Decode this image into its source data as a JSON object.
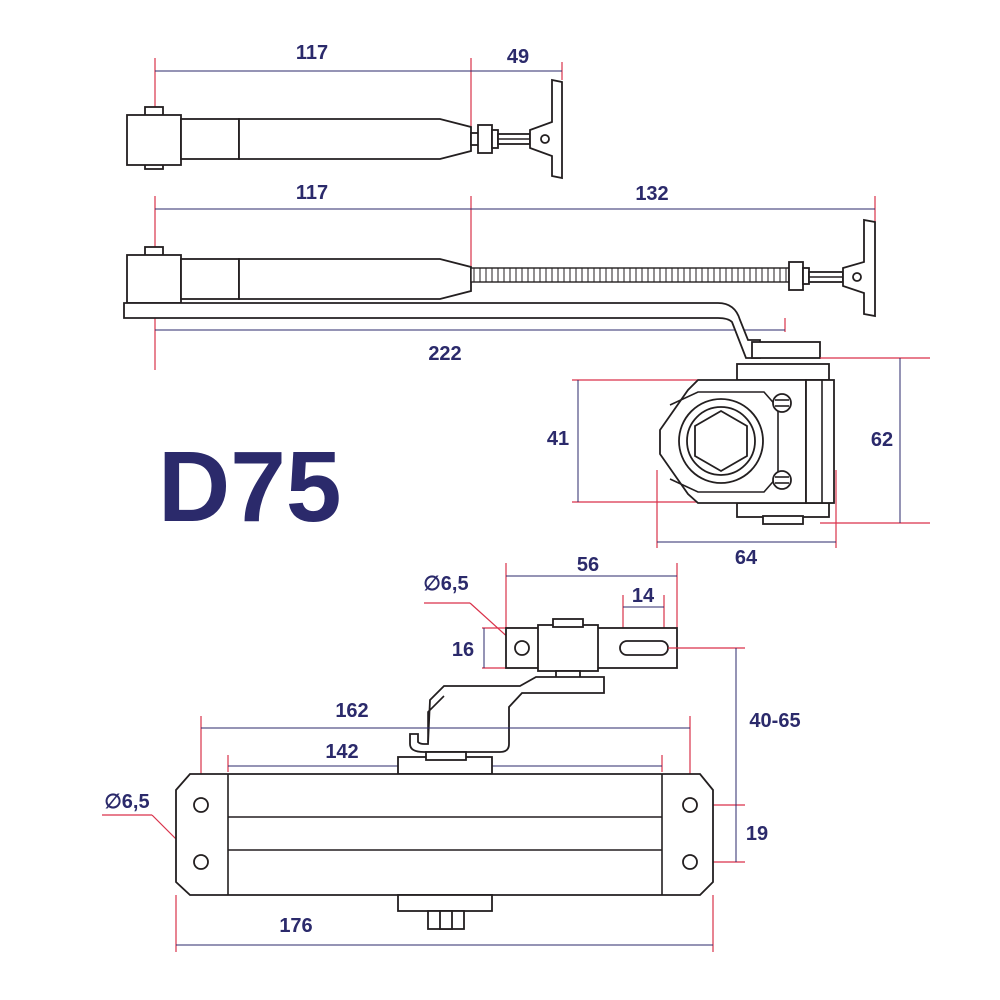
{
  "model": "D75",
  "colors": {
    "dimension_text": "#2b2a6b",
    "extension_lines": "#d9324a",
    "outline": "#231f20",
    "background": "#ffffff"
  },
  "dimensions": {
    "arm_short_length": "117",
    "arm_short_extension": "49",
    "arm_long_length": "117",
    "arm_long_extension": "132",
    "arm_total": "222",
    "shoe_height": "41",
    "shoe_total_height": "62",
    "shoe_width": "64",
    "bracket_hole": "∅6,5",
    "bracket_hole_spacing": "56",
    "bracket_slot": "14",
    "bracket_height": "16",
    "body_hole_spacing": "162",
    "body_length": "142",
    "mount_offset": "40-65",
    "body_hole_vertical": "19",
    "body_hole": "∅6,5",
    "body_total_length": "176"
  }
}
